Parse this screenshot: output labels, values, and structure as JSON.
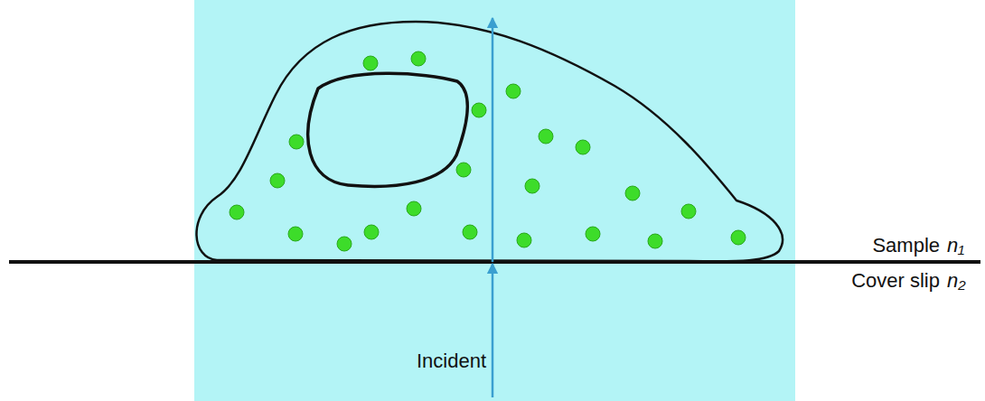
{
  "diagram": {
    "labels": [
      "Sample",
      "n₁",
      "Cover slip",
      "n₂",
      "Incident"
    ]
  }
}
